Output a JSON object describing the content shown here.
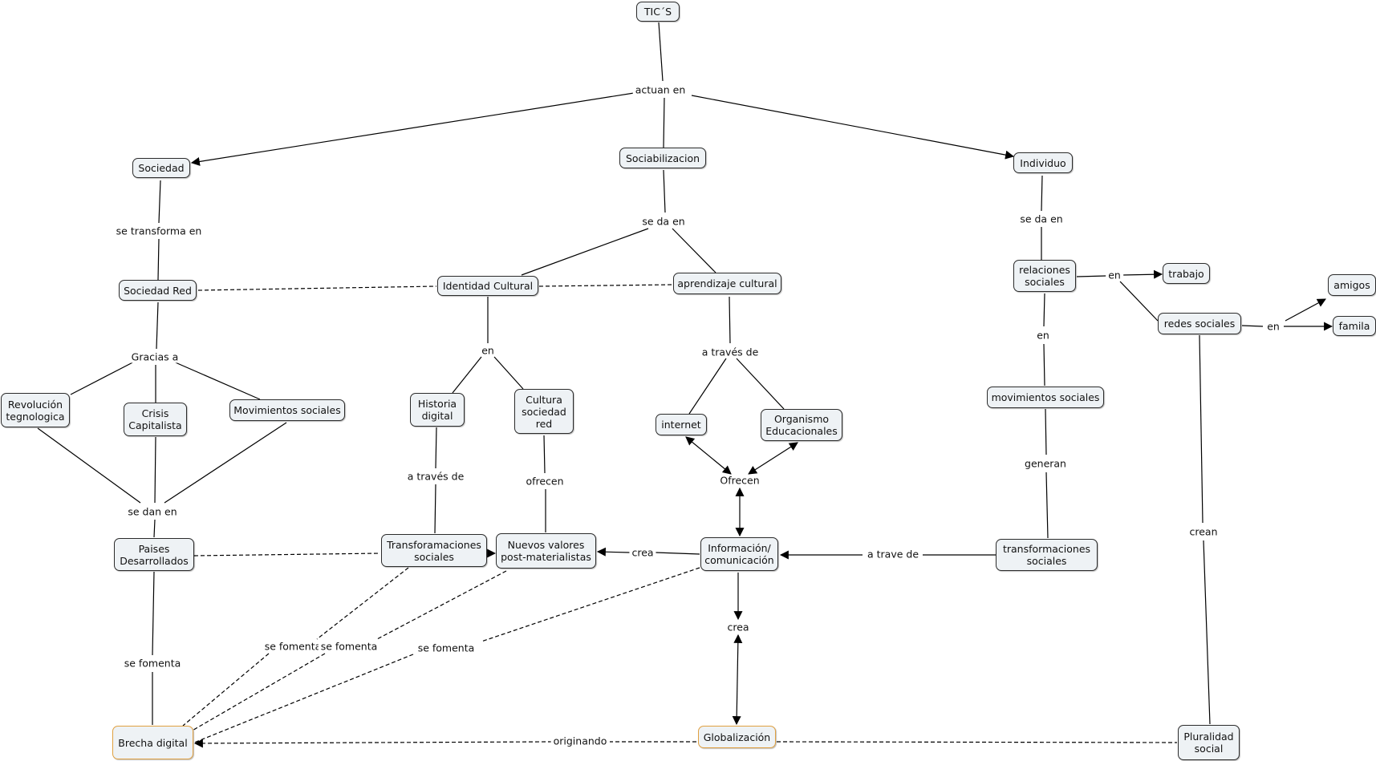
{
  "colors": {
    "node_fill": "#eef2f5",
    "node_border": "#2b2b2b",
    "highlight_border": "#e0a040",
    "line": "#000000"
  },
  "nodes": {
    "tics": "TIC´S",
    "sociedad": "Sociedad",
    "sociabilizacion": "Sociabilizacion",
    "individuo": "Individuo",
    "sociedad_red": "Sociedad Red",
    "identidad_cultural": "Identidad Cultural",
    "aprendizaje_cultural": "aprendizaje cultural",
    "relaciones_sociales": "relaciones\nsociales",
    "trabajo": "trabajo",
    "amigos": "amigos",
    "redes_sociales": "redes sociales",
    "famila": "famila",
    "revolucion": "Revolución\ntegnologica",
    "crisis": "Crisis\nCapitalista",
    "movimientos_sociales_left": "Movimientos sociales",
    "historia_digital": "Historia\ndigital",
    "cultura_sociedad_red": "Cultura\nsociedad\nred",
    "internet": "internet",
    "organismo": "Organismo\nEducacionales",
    "movimientos_sociales_right": "movimientos sociales",
    "paises": "Paises\nDesarrollados",
    "transforamaciones": "Transforamaciones\nsociales",
    "nuevos_valores": "Nuevos valores\npost-materialistas",
    "informacion": "Información/\ncomunicación",
    "transformaciones_right": "transformaciones\nsociales",
    "brecha": "Brecha digital",
    "globalizacion": "Globalización",
    "pluralidad": "Pluralidad\nsocial"
  },
  "links": {
    "actuan_en": "actuan en",
    "se_transforma_en": "se transforma en",
    "se_da_en_1": "se da en",
    "se_da_en_2": "se da en",
    "en_1": "en",
    "en_2": "en",
    "en_3": "en",
    "en_4": "en",
    "gracias_a": "Gracias a",
    "a_traves_de_1": "a través de",
    "a_traves_de_2": "a través de",
    "ofrecen_node": "Ofrecen",
    "ofrecen": "ofrecen",
    "generan": "generan",
    "se_dan_en": "se dan en",
    "crea_1": "crea",
    "a_trave_de": "a trave de",
    "crea_2": "crea",
    "crean": "crean",
    "se_fomenta_1": "se fomenta",
    "se_fomenta_2": "se fomenta",
    "se_fomenta_3": "se fomenta",
    "se_fomenta_4": "se fomenta",
    "originando": "originando"
  }
}
